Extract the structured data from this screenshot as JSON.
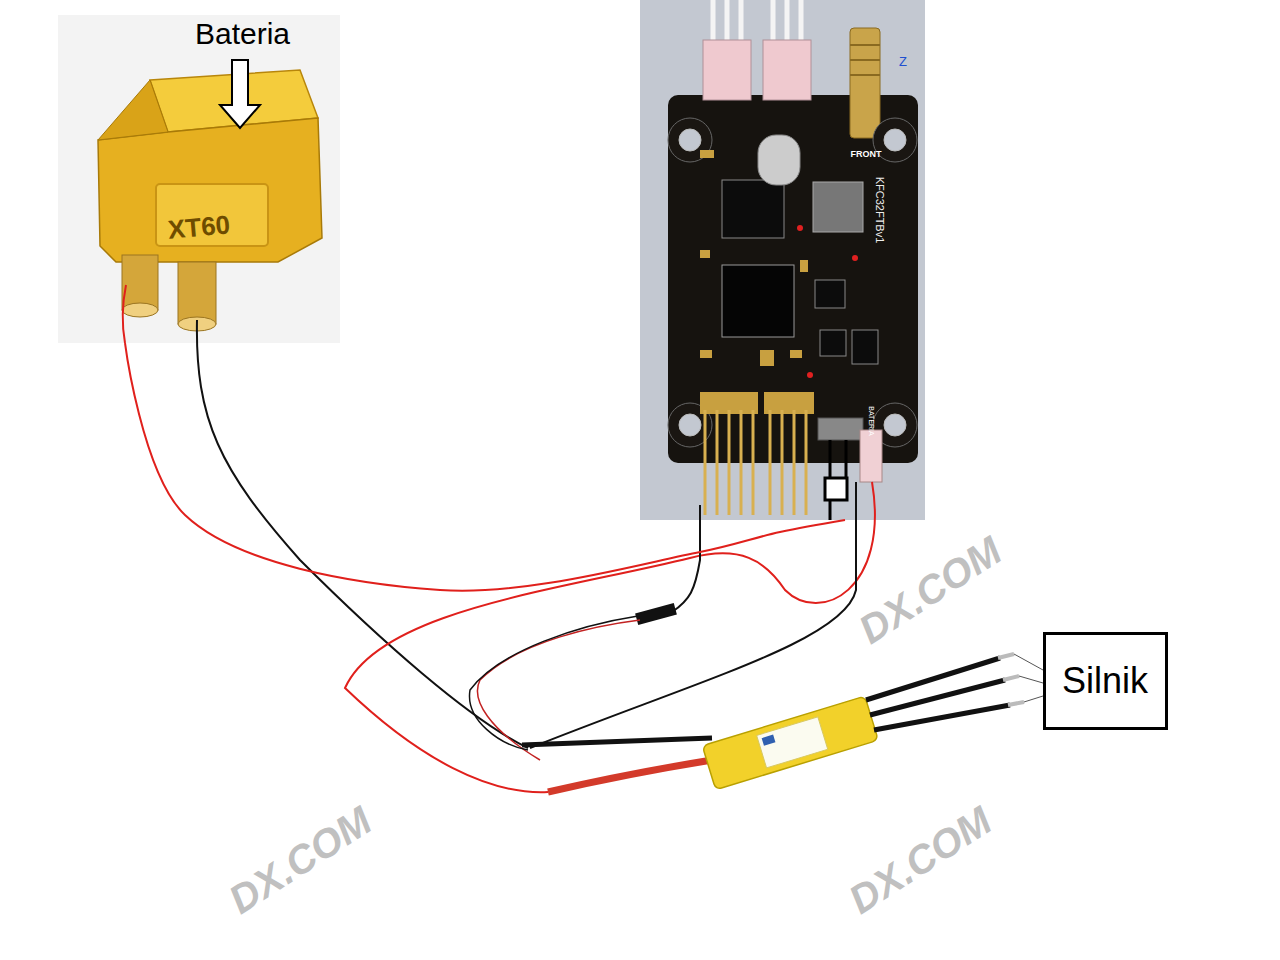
{
  "diagram": {
    "nodes": [
      {
        "text": [
          "Bateria",
          "XT60"
        ]
      },
      {
        "text": [
          "KFC32FTBv1"
        ]
      },
      {
        "text": [
          "Silnik"
        ]
      }
    ],
    "edges": [
      {
        "from": 0,
        "to": 1,
        "arrow": "none"
      }
    ],
    "labels": [
      "FRONT",
      "BATERIA",
      "Z",
      "DX.COM",
      "DX.COM",
      "DX.COM"
    ]
  }
}
